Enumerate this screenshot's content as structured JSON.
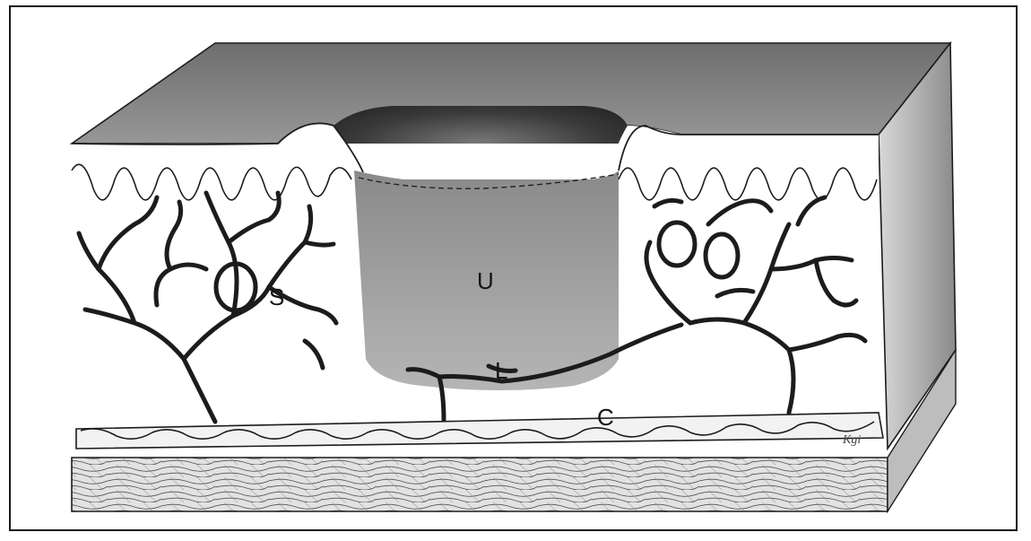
{
  "labels": {
    "S": "S",
    "U": "U",
    "L": "L",
    "C": "C"
  },
  "signature": "Kgi",
  "colors": {
    "border": "#1a1a1a",
    "tissue_white": "#ffffff",
    "ulcer_gray": "#9a9a9a",
    "surface_gray": "#8c8c8c",
    "outline": "#1c1c1c"
  }
}
